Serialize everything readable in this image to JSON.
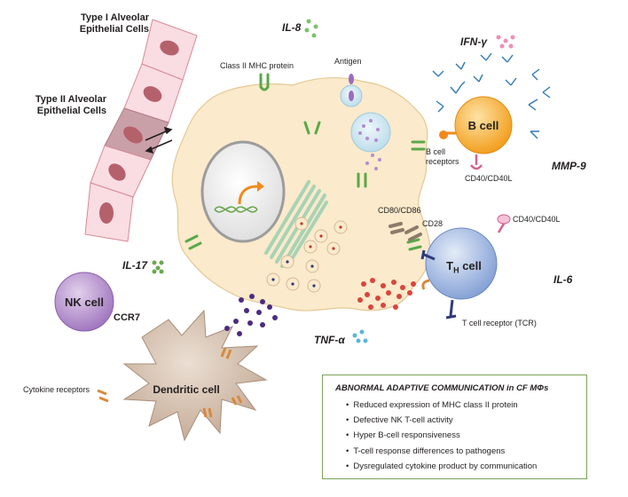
{
  "cells": {
    "type1": "Type I Alveolar Epithelial Cells",
    "type1_lines": [
      "Type I Alveolar",
      "Epithelial Cells"
    ],
    "type2_lines": [
      "Type II Alveolar",
      "Epithelial Cells"
    ],
    "b_cell": "B cell",
    "th_cell_main": "T",
    "th_cell_sub": "H",
    "th_cell_rest": " cell",
    "nk_cell": "NK cell",
    "dendritic_cell": "Dendritic cell"
  },
  "labels": {
    "class2_mhc": "Class II MHC protein",
    "antigen": "Antigen",
    "b_cell_receptors": [
      "B cell",
      "receptors"
    ],
    "cd40_b": "CD40/CD40L",
    "cd80_86": "CD80/CD86",
    "cd28": "CD28",
    "cd40_t": "CD40/CD40L",
    "tcr": "T cell receptor (TCR)",
    "ccr7": "CCR7",
    "cytokine_receptors": "Cytokine receptors"
  },
  "cytokines": {
    "il8": "IL-8",
    "ifn": "IFN-γ",
    "mmp9": "MMP-9",
    "il17": "IL-17",
    "il6": "IL-6",
    "tnf": "TNF-α"
  },
  "legend": {
    "title": "ABNORMAL ADAPTIVE COMMUNICATION in CF MΦs",
    "items": [
      "Reduced expression of MHC class II protein",
      "Defective NK T-cell activity",
      "Hyper B-cell responsiveness",
      "T-cell response differences to pathogens",
      "Dysregulated cytokine product by communication"
    ]
  },
  "colors": {
    "macrophage_fill": "#fbeacb",
    "epithelial_fill": "#f9dde2",
    "epithelial_type2": "#caa0a8",
    "nucleus_dot": "#b5616c",
    "b_cell": "#f6a623",
    "t_cell": "#8ea7d8",
    "nk_cell": "#a57cc0",
    "dendritic": "#cfb8a5",
    "receptor_green": "#5aa84a",
    "legend_border": "#7aa35a"
  }
}
